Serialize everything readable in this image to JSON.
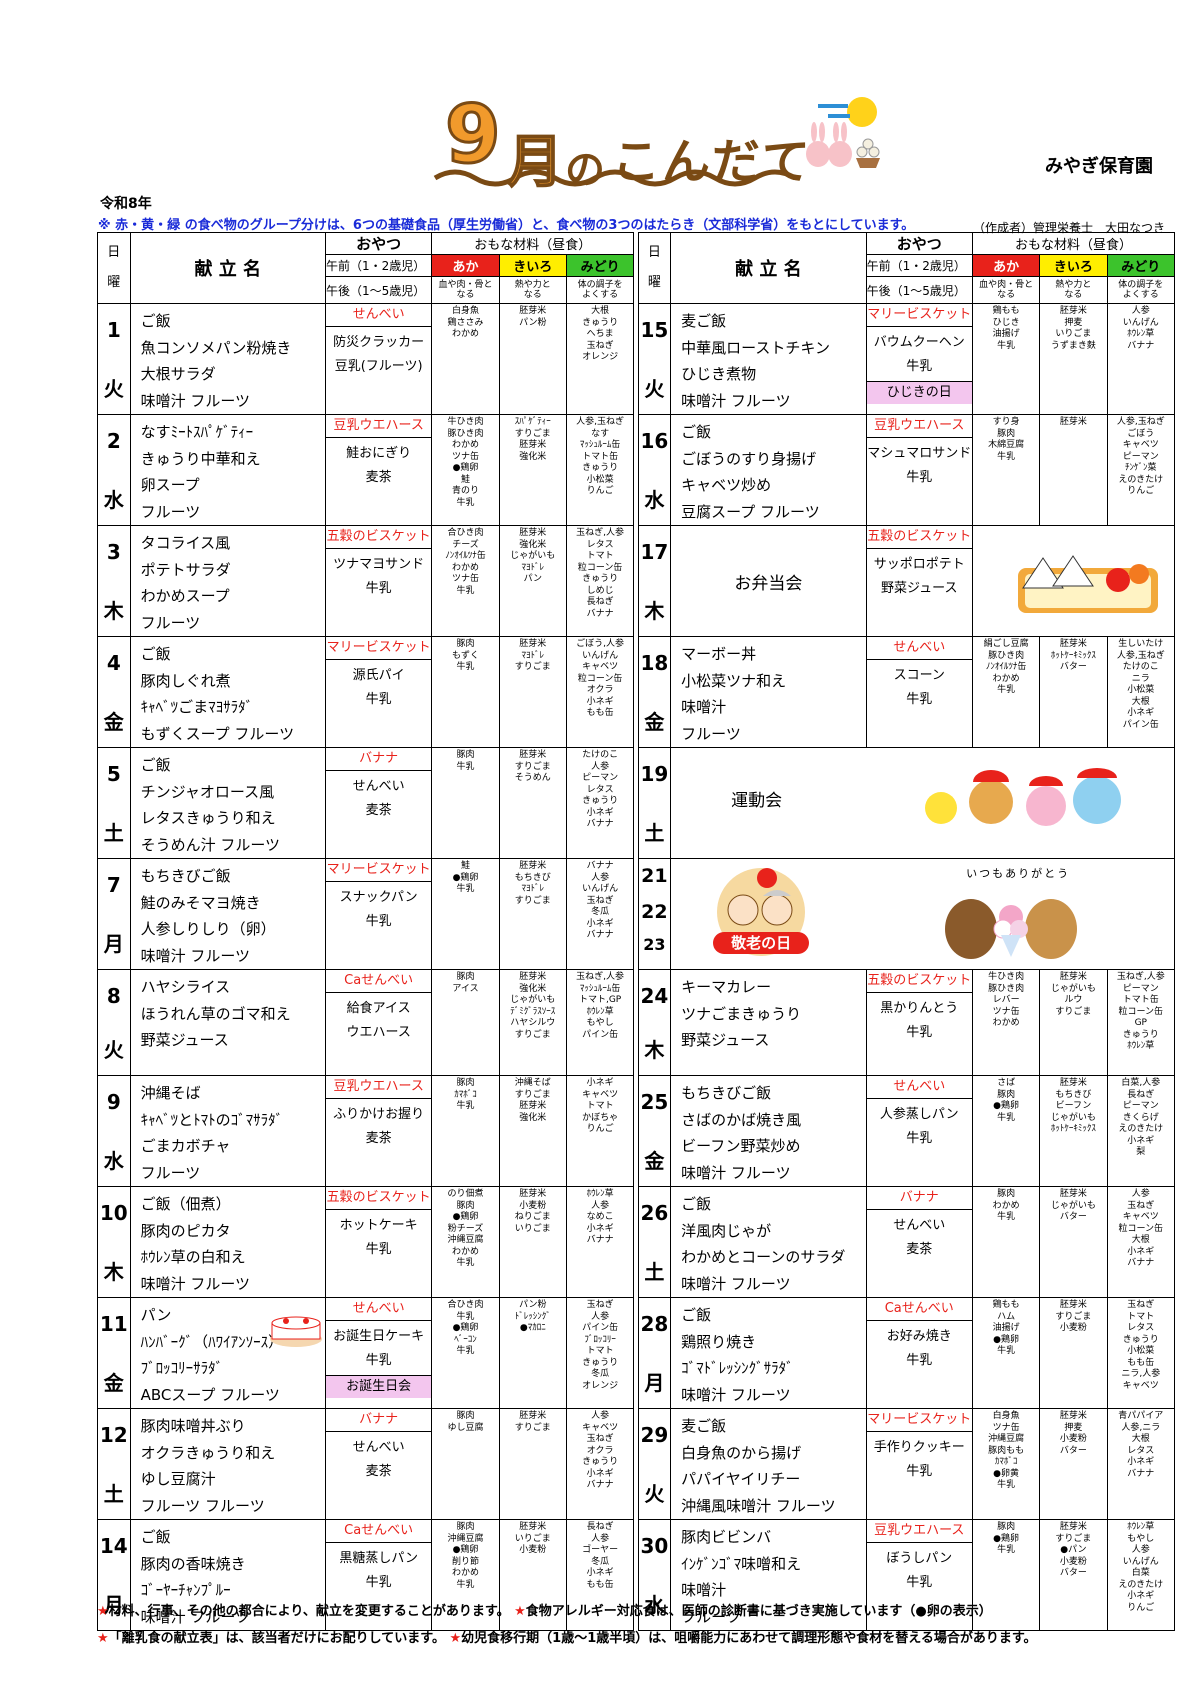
{
  "header": {
    "title_month": "9",
    "title_getsu": "月",
    "title_no": "の",
    "title_rest": "こんだて",
    "kindergarten": "みやぎ保育園",
    "era": "令和8年",
    "note": "※ 赤・黄・緑 の食べ物のグループ分けは、6つの基礎食品（厚生労働省）と、食べ物の3つのはたらき（文部科学省）をもとにしています。",
    "author": "（作成者）管理栄養士　大田なつき"
  },
  "table_header": {
    "day": "日",
    "weekday": "曜",
    "menu_name": "献 立 名",
    "snack": "おやつ",
    "main_ingredients": "おもな材料（昼食）",
    "morning": "午前（1・2歳児）",
    "afternoon": "午後（1～5歳児）",
    "aka": "あか",
    "kiiro": "きいろ",
    "midori": "みどり",
    "aka_sub": "血や肉・骨と\nなる",
    "kiiro_sub": "熱や力と\nなる",
    "midori_sub": "体の調子を\nよくする"
  },
  "colors": {
    "red": "#e8221b",
    "yellow": "#ffee00",
    "green": "#3cc32c",
    "pink": "#f3c6ee",
    "blue": "#1a2bd8",
    "title_orange": "#f19a2c"
  },
  "left_days": [
    {
      "day": "1",
      "wd": "火",
      "dishes": [
        "ご飯",
        "魚コンソメパン粉焼き",
        "大根サラダ",
        "味噌汁  フルーツ"
      ],
      "am": "せんべい",
      "pm": [
        "防災クラッカー",
        "豆乳(フルーツ)"
      ],
      "aka": "白身魚\n鶏ささみ\nわかめ",
      "kiiro": "胚芽米\nパン粉",
      "midori": "大根\nきゅうり\nへちま\n玉ねぎ\nオレンジ"
    },
    {
      "day": "2",
      "wd": "水",
      "dishes": [
        "なすﾐｰﾄｽﾊﾟｹﾞﾃｨｰ",
        "きゅうり中華和え",
        "卵スープ",
        "フルーツ"
      ],
      "am": "豆乳ウエハース",
      "pm": [
        "鮭おにぎり",
        "麦茶"
      ],
      "aka": "牛ひき肉\n豚ひき肉\nわかめ\nツナ缶\n●鶏卵\n鮭\n青のり\n牛乳",
      "kiiro": "ｽﾊﾟｹﾞﾃｨｰ\nすりごま\n胚芽米\n強化米",
      "midori": "人参,玉ねぎ\nなす\nﾏｯｼｭﾙｰﾑ缶\nトマト缶\nきゅうり\n小松菜\nりんご"
    },
    {
      "day": "3",
      "wd": "木",
      "dishes": [
        "タコライス風",
        "ポテトサラダ",
        "わかめスープ",
        "フルーツ"
      ],
      "am": "五穀のビスケット",
      "pm": [
        "ツナマヨサンド",
        "牛乳"
      ],
      "aka": "合ひき肉\nチーズ\nﾉﾝｵｲﾙﾂﾅ缶\nわかめ\nツナ缶\n牛乳",
      "kiiro": "胚芽米\n強化米\nじゃがいも\nﾏﾖﾄﾞﾚ\nパン",
      "midori": "玉ねぎ,人参\nレタス\nトマト\n粒コーン缶\nきゅうり\nしめじ\n長ねぎ\nバナナ"
    },
    {
      "day": "4",
      "wd": "金",
      "dishes": [
        "ご飯",
        "豚肉しぐれ煮",
        "ｷｬﾍﾞﾂごまﾏﾖｻﾗﾀﾞ",
        "もずくスープ  フルーツ"
      ],
      "am": "マリービスケット",
      "pm": [
        "源氏パイ",
        "牛乳"
      ],
      "aka": "豚肉\nもずく\n牛乳",
      "kiiro": "胚芽米\nﾏﾖﾄﾞﾚ\nすりごま",
      "midori": "ごぼう,人参\nいんげん\nキャベツ\n粒コーン缶\nオクラ\n小ネギ\nもも缶"
    },
    {
      "day": "5",
      "wd": "土",
      "dishes": [
        "ご飯",
        "チンジャオロース風",
        "レタスきゅうり和え",
        "そうめん汁  フルーツ"
      ],
      "am": "バナナ",
      "pm": [
        "せんべい",
        "麦茶"
      ],
      "aka": "豚肉\n牛乳",
      "kiiro": "胚芽米\nすりごま\nそうめん",
      "midori": "たけのこ\n人参\nピーマン\nレタス\nきゅうり\n小ネギ\nバナナ"
    },
    {
      "day": "7",
      "wd": "月",
      "dishes": [
        "もちきびご飯",
        "鮭のみそマヨ焼き",
        "人参しりしり（卵）",
        "味噌汁  フルーツ"
      ],
      "am": "マリービスケット",
      "pm": [
        "スナックパン",
        "牛乳"
      ],
      "aka": "鮭\n●鶏卵\n牛乳",
      "kiiro": "胚芽米\nもちきび\nﾏﾖﾄﾞﾚ\nすりごま",
      "midori": "バナナ\n人参\nいんげん\n玉ねぎ\n冬瓜\n小ネギ\nバナナ"
    },
    {
      "day": "8",
      "wd": "火",
      "dishes": [
        "ハヤシライス",
        "ほうれん草のゴマ和え",
        "野菜ジュース"
      ],
      "am": "Caせんべい",
      "pm": [
        "給食アイス",
        "ウエハース"
      ],
      "aka": "豚肉\nアイス",
      "kiiro": "胚芽米\n強化米\nじゃがいも\nﾃﾞﾐｸﾞﾗｽｿｰｽ\nハヤシルウ\nすりごま",
      "midori": "玉ねぎ,人参\nﾏｯｼｭﾙｰﾑ缶\nトマト,GP\nﾎｳﾚﾝ草\nもやし\nパイン缶"
    },
    {
      "day": "9",
      "wd": "水",
      "dishes": [
        "沖縄そば",
        "ｷｬﾍﾞﾂとﾄﾏﾄのｺﾞﾏｻﾗﾀﾞ",
        "ごまカボチャ",
        "フルーツ"
      ],
      "am": "豆乳ウエハース",
      "pm": [
        "ふりかけお握り",
        "麦茶"
      ],
      "aka": "豚肉\nｶﾏﾎﾞｺ\n牛乳",
      "kiiro": "沖縄そば\nすりごま\n胚芽米\n強化米",
      "midori": "小ネギ\nキャベツ\nトマト\nかぼちゃ\nりんご"
    },
    {
      "day": "10",
      "wd": "木",
      "dishes": [
        "ご飯（佃煮）",
        "豚肉のピカタ",
        "ﾎｳﾚﾝ草の白和え",
        "味噌汁  フルーツ"
      ],
      "am": "五穀のビスケット",
      "pm": [
        "ホットケーキ",
        "牛乳"
      ],
      "aka": "のり佃煮\n豚肉\n●鶏卵\n粉チーズ\n沖縄豆腐\nわかめ\n牛乳",
      "kiiro": "胚芽米\n小麦粉\nねりごま\nいりごま",
      "midori": "ﾎｳﾚﾝ草\n人参\nなめこ\n小ネギ\nバナナ"
    },
    {
      "day": "11",
      "wd": "金",
      "dishes": [
        "パン",
        "ﾊﾝﾊﾞｰｸﾞ（ﾊﾜｲｱﾝｿｰｽ）",
        "ﾌﾞﾛｯｺﾘｰｻﾗﾀﾞ",
        "ABCスープ  フルーツ"
      ],
      "am": "せんべい",
      "pm": [
        "お誕生日ケーキ",
        "牛乳"
      ],
      "pink": "お誕生日会",
      "aka": "合ひき肉\n牛乳\n●鶏卵\nﾍﾞｰｺﾝ\n牛乳",
      "kiiro": "パン粉\nﾄﾞﾚｯｼﾝｸﾞ\n●ﾏｶﾛﾆ",
      "midori": "玉ねぎ\n人参\nパイン缶\nﾌﾞﾛｯｺﾘｰ\nトマト\nきゅうり\n冬瓜\nオレンジ"
    },
    {
      "day": "12",
      "wd": "土",
      "dishes": [
        "豚肉味噌丼ぶり",
        "オクラきゅうり和え",
        "ゆし豆腐汁",
        "フルーツ  フルーツ"
      ],
      "am": "バナナ",
      "pm": [
        "せんべい",
        "麦茶"
      ],
      "aka": "豚肉\nゆし豆腐",
      "kiiro": "胚芽米\nすりごま",
      "midori": "人参\nキャベツ\n玉ねぎ\nオクラ\nきゅうり\n小ネギ\nバナナ"
    },
    {
      "day": "14",
      "wd": "月",
      "dishes": [
        "ご飯",
        "豚肉の香味焼き",
        "ｺﾞｰﾔｰﾁｬﾝﾌﾟﾙｰ",
        "味噌汁  フルーツ"
      ],
      "am": "Caせんべい",
      "pm": [
        "黒糖蒸しパン",
        "牛乳"
      ],
      "aka": "豚肉\n沖縄豆腐\n●鶏卵\n削り節\nわかめ\n牛乳",
      "kiiro": "胚芽米\nいりごま\n小麦粉",
      "midori": "長ねぎ\n人参\nゴーヤー\n冬瓜\n小ネギ\nもも缶"
    }
  ],
  "right_days": [
    {
      "day": "15",
      "wd": "火",
      "dishes": [
        "麦ご飯",
        "中華風ローストチキン",
        "ひじき煮物",
        "味噌汁  フルーツ"
      ],
      "am": "マリービスケット",
      "pm": [
        "バウムクーヘン",
        "牛乳"
      ],
      "pink": "ひじきの日",
      "aka": "鶏もも\nひじき\n油揚げ\n牛乳",
      "kiiro": "胚芽米\n押麦\nいりごま\nうずまき麩",
      "midori": "人参\nいんげん\nﾎｳﾚﾝ草\nバナナ"
    },
    {
      "day": "16",
      "wd": "水",
      "dishes": [
        "ご飯",
        "ごぼうのすり身揚げ",
        "キャベツ炒め",
        "豆腐スープ  フルーツ"
      ],
      "am": "豆乳ウエハース",
      "pm": [
        "マシュマロサンド",
        "牛乳"
      ],
      "aka": "すり身\n豚肉\n木綿豆腐\n牛乳",
      "kiiro": "胚芽米",
      "midori": "人参,玉ねぎ\nごぼう\nキャベツ\nピーマン\nﾁﾝｹﾞﾝ菜\nえのきたけ\nりんご"
    },
    {
      "day": "17",
      "wd": "木",
      "event": "お弁当会",
      "am": "五穀のビスケット",
      "pm": [
        "サッポロポテト",
        "野菜ジュース"
      ]
    },
    {
      "day": "18",
      "wd": "金",
      "dishes": [
        "マーボー丼",
        "小松菜ツナ和え",
        "味噌汁",
        "フルーツ"
      ],
      "am": "せんべい",
      "pm": [
        "スコーン",
        "牛乳"
      ],
      "aka": "絹ごし豆腐\n豚ひき肉\nﾉﾝｵｲﾙﾂﾅ缶\nわかめ\n牛乳",
      "kiiro": "胚芽米\nﾎｯﾄｹｰｷﾐｯｸｽ\nバター",
      "midori": "生しいたけ\n人参,玉ねぎ\nたけのこ\nニラ\n小松菜\n大根\n小ネギ\nパイン缶"
    },
    {
      "day": "19",
      "wd": "土",
      "event": "運動会"
    },
    {
      "day": "21",
      "day2": "22",
      "day3": "23",
      "holiday": "敬老の日",
      "caption": "いつもありがとう"
    },
    {
      "day": "24",
      "wd": "木",
      "dishes": [
        "キーマカレー",
        "ツナごまきゅうり",
        "野菜ジュース"
      ],
      "am": "五穀のビスケット",
      "pm": [
        "黒かりんとう",
        "牛乳"
      ],
      "aka": "牛ひき肉\n豚ひき肉\nレバー\nツナ缶\nわかめ",
      "kiiro": "胚芽米\nじゃがいも\nルウ\nすりごま",
      "midori": "玉ねぎ,人参\nピーマン\nトマト缶\n粒コーン缶\nGP\nきゅうり\nﾎｳﾚﾝ草"
    },
    {
      "day": "25",
      "wd": "金",
      "dishes": [
        "もちきびご飯",
        "さばのかば焼き風",
        "ビーフン野菜炒め",
        "味噌汁  フルーツ"
      ],
      "am": "せんべい",
      "pm": [
        "人参蒸しパン",
        "牛乳"
      ],
      "aka": "さば\n豚肉\n●鶏卵\n牛乳",
      "kiiro": "胚芽米\nもちきび\nビーフン\nじゃがいも\nﾎｯﾄｹｰｷﾐｯｸｽ",
      "midori": "白菜,人参\n長ねぎ\nピーマン\nきくらげ\nえのきたけ\n小ネギ\n梨"
    },
    {
      "day": "26",
      "wd": "土",
      "dishes": [
        "ご飯",
        "洋風肉じゃが",
        "わかめとコーンのサラダ",
        "味噌汁  フルーツ"
      ],
      "am": "バナナ",
      "pm": [
        "せんべい",
        "麦茶"
      ],
      "aka": "豚肉\nわかめ\n牛乳",
      "kiiro": "胚芽米\nじゃがいも\nバター",
      "midori": "人参\n玉ねぎ\nキャベツ\n粒コーン缶\n大根\n小ネギ\nバナナ"
    },
    {
      "day": "28",
      "wd": "月",
      "dishes": [
        "ご飯",
        "鶏照り焼き",
        "ｺﾞﾏﾄﾞﾚｯｼﾝｸﾞｻﾗﾀﾞ",
        "味噌汁  フルーツ"
      ],
      "am": "Caせんべい",
      "pm": [
        "お好み焼き",
        "牛乳"
      ],
      "aka": "鶏もも\nハム\n油揚げ\n●鶏卵\n牛乳",
      "kiiro": "胚芽米\nすりごま\n小麦粉",
      "midori": "玉ねぎ\nトマト\nレタス\nきゅうり\n小松菜\nもも缶\nニラ,人参\nキャベツ"
    },
    {
      "day": "29",
      "wd": "火",
      "dishes": [
        "麦ご飯",
        "白身魚のから揚げ",
        "パパイヤイリチー",
        "沖縄風味噌汁  フルーツ"
      ],
      "am": "マリービスケット",
      "pm": [
        "手作りクッキー",
        "牛乳"
      ],
      "aka": "白身魚\nツナ缶\n沖縄豆腐\n豚肉もも\nｶﾏﾎﾞｺ\n●卵黄\n牛乳",
      "kiiro": "胚芽米\n押麦\n小麦粉\nバター",
      "midori": "青パパイア\n人参,ニラ\n大根\nレタス\n小ネギ\nバナナ"
    },
    {
      "day": "30",
      "wd": "水",
      "dishes": [
        "豚肉ビビンバ",
        "ｲﾝｹﾞﾝｺﾞﾏ味噌和え",
        "味噌汁",
        "フルーツ"
      ],
      "am": "豆乳ウエハース",
      "pm": [
        "ぼうしパン",
        "牛乳"
      ],
      "aka": "豚肉\n●鶏卵\n牛乳",
      "kiiro": "胚芽米\nすりごま\n●パン\n小麦粉\nバター",
      "midori": "ﾎｳﾚﾝ草\nもやし\n人参\nいんげん\n白菜\nえのきたけ\n小ネギ\nりんご"
    }
  ],
  "footer": {
    "line1a": "★",
    "line1b": "材料、行事、その他の都合により、献立を変更することがあります。",
    "line1c": "★",
    "line1d": "食物アレルギー対応食は、医師の診断書に基づき実施しています（●卵の表示）",
    "line2a": "★",
    "line2b": "「離乳食の献立表」は、該当者だけにお配りしています。",
    "line2c": "★",
    "line2d": "幼児食移行期（1歳～1歳半頃）は、咀嚼能力にあわせて調理形態や食材を替える場合があります。"
  }
}
